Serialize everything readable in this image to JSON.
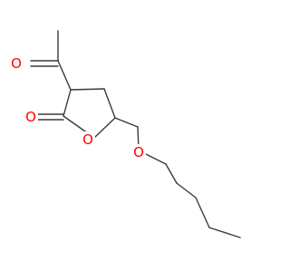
{
  "molecule": {
    "atoms": {
      "ketone_oxygen": "O",
      "lactone_carbonyl_oxygen": "O",
      "ring_oxygen": "O",
      "ether_oxygen": "O"
    },
    "colors": {
      "bond": "#3a3a3a",
      "oxygen": "#ff0000",
      "background": "#ffffff"
    }
  }
}
